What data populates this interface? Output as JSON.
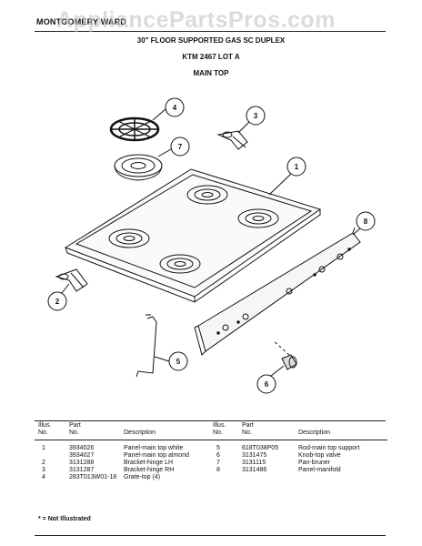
{
  "header": {
    "brand": "MONTGOMERY WARD",
    "watermark": "AppliancePartsPros.com",
    "title": "30\" FLOOR SUPPORTED GAS SC DUPLEX",
    "model": "KTM 2467 LOT A",
    "section": "MAIN TOP"
  },
  "callouts": [
    "1",
    "2",
    "3",
    "4",
    "5",
    "6",
    "7",
    "8"
  ],
  "table": {
    "headers_left": {
      "illus": "Illus.\nNo.",
      "part": "Part\nNo.",
      "desc": "Description"
    },
    "headers_right": {
      "illus": "Illus.\nNo.",
      "part": "Part\nNo.",
      "desc": "Description"
    },
    "left_rows": [
      {
        "no": "1",
        "part": "3934026",
        "desc": "Panel-main top white"
      },
      {
        "no": "",
        "part": "3934027",
        "desc": "Panel-main top almond"
      },
      {
        "no": "2",
        "part": "3131288",
        "desc": "Bracket-hinge LH"
      },
      {
        "no": "3",
        "part": "3131287",
        "desc": "Bracket-hinge RH"
      },
      {
        "no": "4",
        "part": "283T013W01-18",
        "desc": "Grate-top (4)"
      }
    ],
    "right_rows": [
      {
        "no": "5",
        "part": "618T038P05",
        "desc": "Rod-main top support"
      },
      {
        "no": "6",
        "part": "3131475",
        "desc": "Knob-top valve"
      },
      {
        "no": "7",
        "part": "3131115",
        "desc": "Pan-bruner"
      },
      {
        "no": "8",
        "part": "3131486",
        "desc": "Panel-manifold"
      }
    ]
  },
  "footnote": "* = Not Illustrated"
}
